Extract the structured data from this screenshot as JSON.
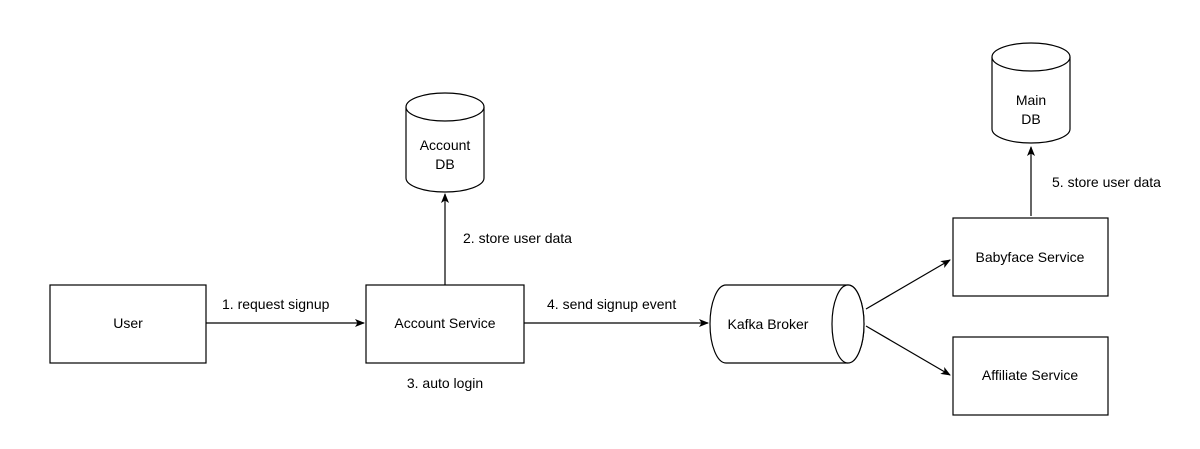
{
  "nodes": {
    "user": "User",
    "account_service": "Account Service",
    "account_db": {
      "line1": "Account",
      "line2": "DB"
    },
    "kafka_broker": "Kafka Broker",
    "babyface_service": "Babyface Service",
    "affiliate_service": "Affiliate Service",
    "main_db": {
      "line1": "Main",
      "line2": "DB"
    }
  },
  "edges": {
    "request_signup": "1. request signup",
    "store_user_data_account": "2. store user data",
    "auto_login": "3. auto login",
    "send_signup_event": "4. send signup event",
    "store_user_data_main": "5. store user data"
  },
  "colors": {
    "stroke": "#000000",
    "fill": "#ffffff",
    "text": "#000000"
  }
}
